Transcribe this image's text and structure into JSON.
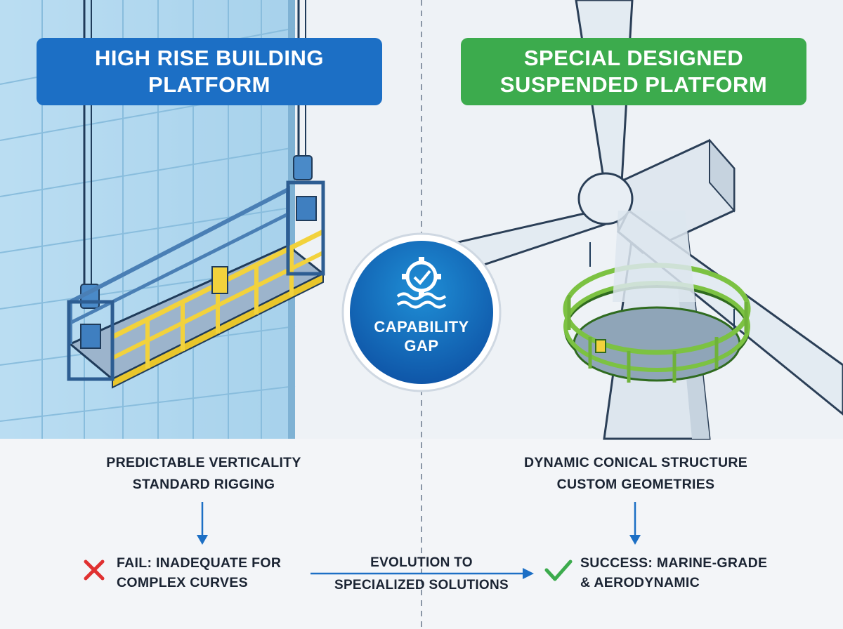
{
  "left_panel": {
    "title_line1": "HIGH RISE BUILDING",
    "title_line2": "PLATFORM",
    "feature_line1": "PREDICTABLE VERTICALITY",
    "feature_line2": "STANDARD RIGGING",
    "outcome_line1": "FAIL: INADEQUATE FOR",
    "outcome_line2": "COMPLEX CURVES",
    "outcome_icon": "cross-icon"
  },
  "right_panel": {
    "title_line1": "SPECIAL DESIGNED",
    "title_line2": "SUSPENDED PLATFORM",
    "feature_line1": "DYNAMIC CONICAL STRUCTURE",
    "feature_line2": "CUSTOM GEOMETRIES",
    "outcome_line1": "SUCCESS: MARINE-GRADE",
    "outcome_line2": "& AERODYNAMIC",
    "outcome_icon": "checkmark-icon"
  },
  "center_badge": {
    "line1": "CAPABILITY",
    "line2": "GAP",
    "icon": "gear-check-waves-icon"
  },
  "transition": {
    "line1": "EVOLUTION TO",
    "line2": "SPECIALIZED SOLUTIONS"
  },
  "colors": {
    "blue_accent": "#1c6fc5",
    "green_accent": "#3cab4d",
    "fail_red": "#e03131",
    "success_green": "#3cab4d",
    "platform_yellow": "#f2d23c",
    "badge_blue": "#1668bd"
  }
}
